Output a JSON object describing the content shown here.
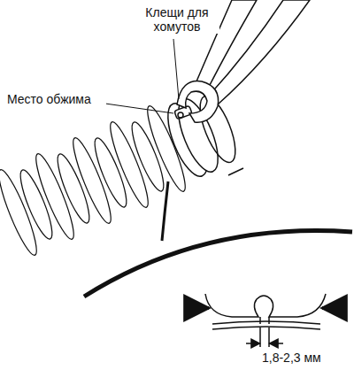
{
  "diagram": {
    "labels": [
      "Клещи для хомутов",
      "Место обжима",
      "1,8-2,3 мм"
    ]
  }
}
